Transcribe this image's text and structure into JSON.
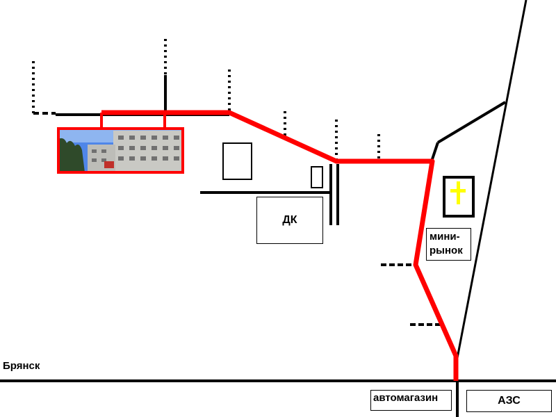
{
  "map": {
    "city_label": "Брянск",
    "dk_label": "ДК",
    "minimarket_label_line1": "мини-",
    "minimarket_label_line2": "рынок",
    "automagazin_label": "автомагазин",
    "azs_label": "АЗС",
    "church_icon": "cross-icon",
    "destination_photo_icon": "apartment-building-photo"
  },
  "colors": {
    "road": "#000000",
    "route": "#ff0000",
    "cross": "#ffff00",
    "sky": "#4f86e8",
    "building": "#c9c9c4"
  }
}
